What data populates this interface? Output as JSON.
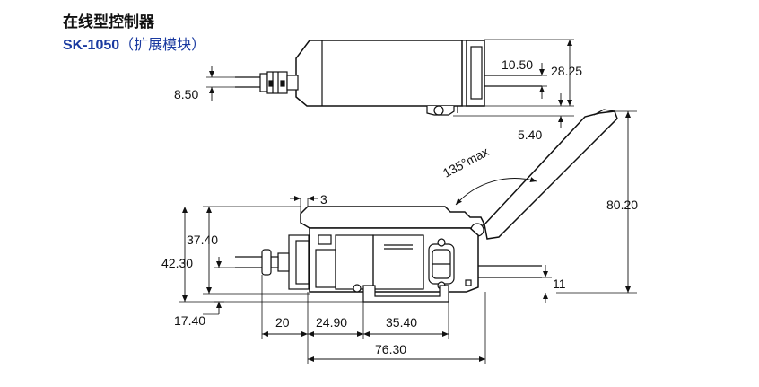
{
  "header": {
    "title": "在线型控制器",
    "model": "SK-1050",
    "model_note": "（扩展模块）"
  },
  "dimensions": {
    "d_8_50": "8.50",
    "d_10_50": "10.50",
    "d_28_25": "28.25",
    "d_5_40": "5.40",
    "angle": "135°max",
    "d_3": "3",
    "d_80_20": "80.20",
    "d_37_40": "37.40",
    "d_42_30": "42.30",
    "d_11": "11",
    "d_17_40": "17.40",
    "d_20": "20",
    "d_24_90": "24.90",
    "d_35_40": "35.40",
    "d_76_30": "76.30"
  },
  "colors": {
    "line": "#111111",
    "title": "#111111",
    "model": "#1a3aa0"
  }
}
